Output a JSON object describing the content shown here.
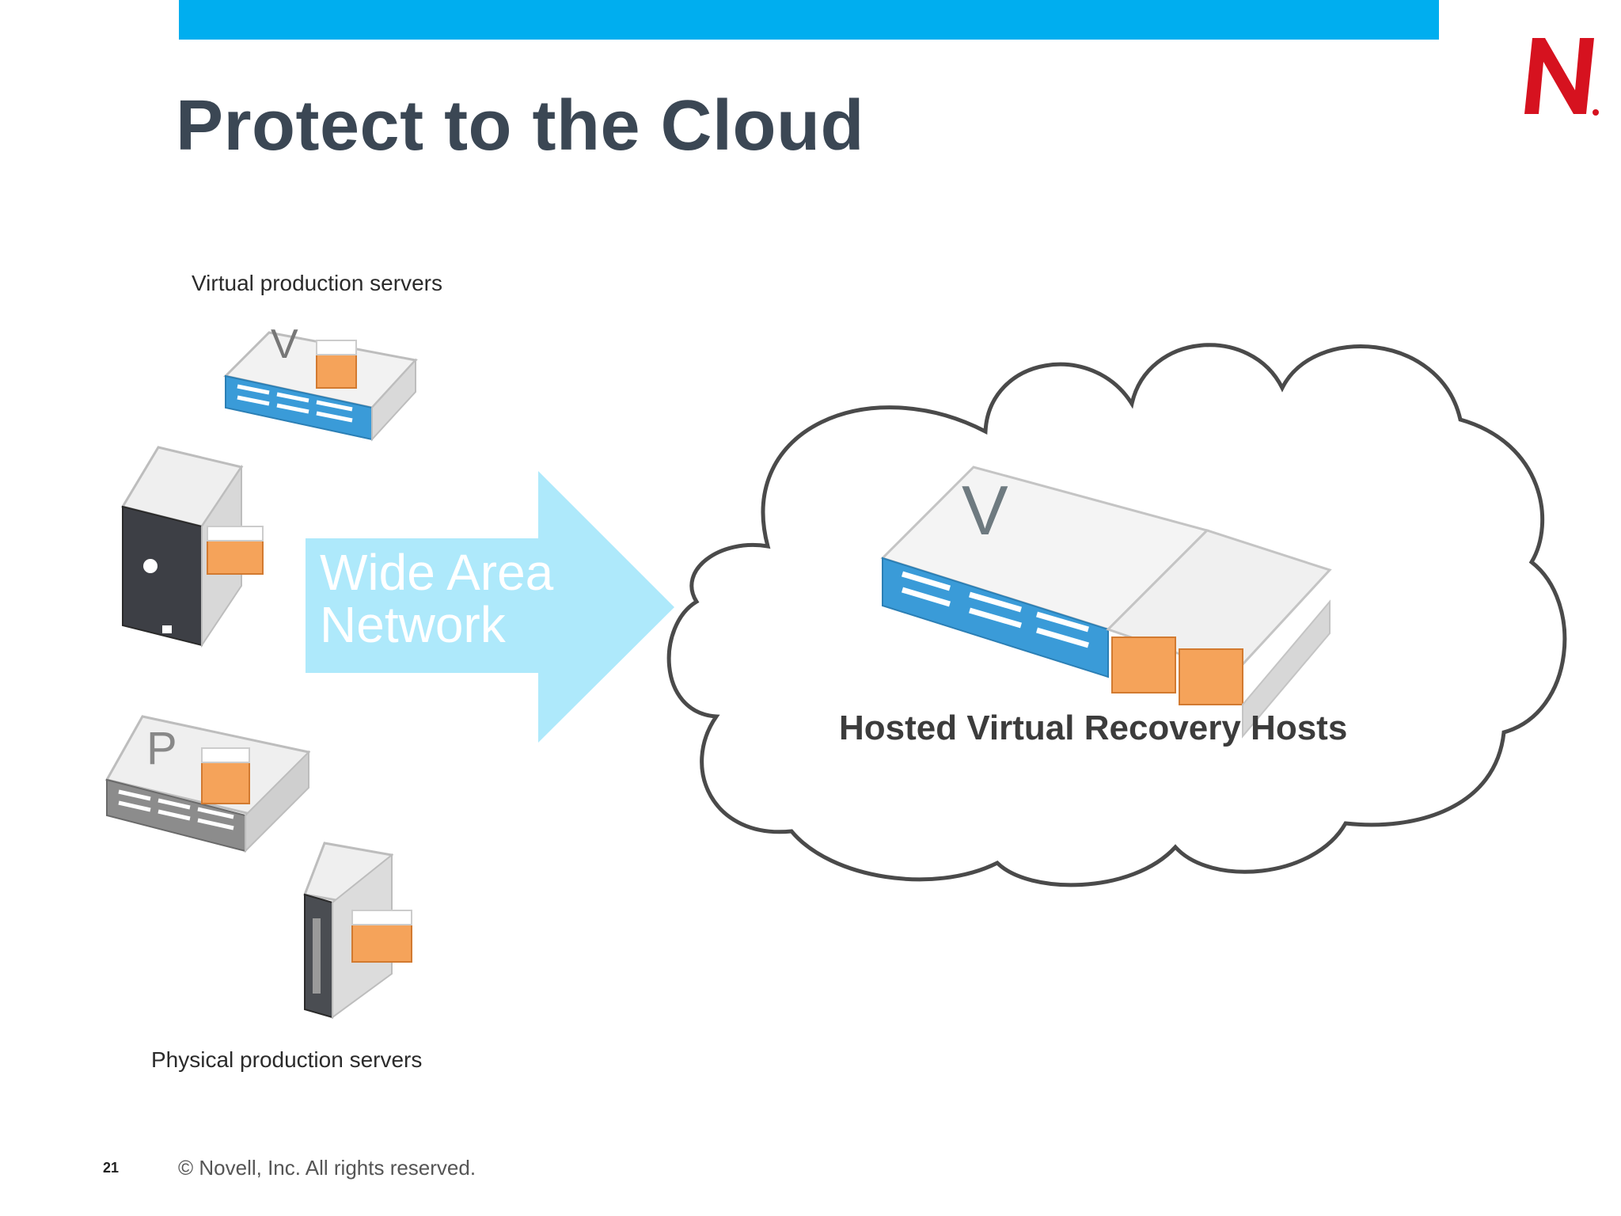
{
  "slide": {
    "title": "Protect to the Cloud",
    "page_number": "21",
    "copyright": "© Novell, Inc. All rights reserved.",
    "accent_color": "#00aeef",
    "logo_color": "#d6121f"
  },
  "diagram": {
    "virtual_label": "Virtual production servers",
    "physical_label": "Physical production servers",
    "arrow_text_line1": "Wide Area",
    "arrow_text_line2": "Network",
    "cloud_label": "Hosted Virtual Recovery Hosts",
    "server_letter_v": "V",
    "server_letter_p": "P"
  },
  "icons": [
    "novell-logo",
    "virtual-server-icon",
    "tower-server-icon",
    "physical-server-icon",
    "blade-server-icon",
    "wan-arrow",
    "cloud",
    "recovery-host-icon"
  ]
}
